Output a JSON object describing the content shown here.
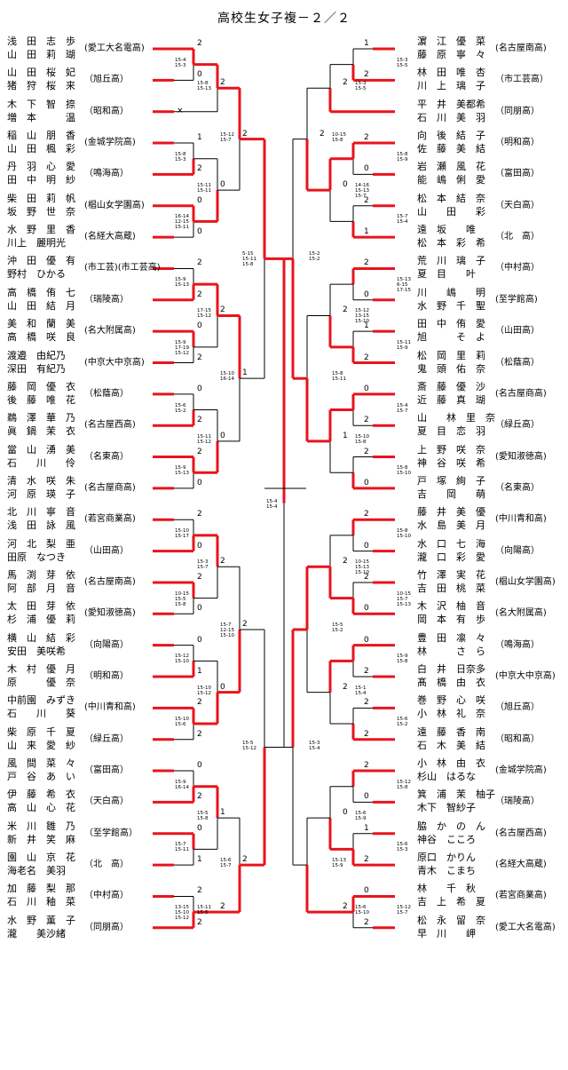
{
  "title": "高校生女子複－２／２",
  "left_pairs": [
    {
      "p1": "浅　田　志　歩",
      "p2": "山　田　莉　瑚",
      "school": "(愛工大名電高)"
    },
    {
      "p1": "山　田　桜　妃",
      "p2": "猪　狩　桜　来",
      "school": "（旭丘高）"
    },
    {
      "p1": "木　下　智　捺",
      "p2": "増　本　　　温",
      "school": "（昭和高）"
    },
    {
      "p1": "稲　山　朋　香",
      "p2": "山　田　楓　彩",
      "school": "(金城学院高)"
    },
    {
      "p1": "丹　羽　心　愛",
      "p2": "田　中　明　紗",
      "school": "（鳴海高）"
    },
    {
      "p1": "柴　田　莉　帆",
      "p2": "坂　野　世　奈",
      "school": "(椙山女学園高)"
    },
    {
      "p1": "水　野　里　香",
      "p2": "川上　麗明光",
      "school": "(名経大高蔵)"
    },
    {
      "p1": "沖　田　優　有",
      "p2": "野村　ひかる",
      "school": "(市工芸)(市工芸高)"
    },
    {
      "p1": "高　橋　侑　七",
      "p2": "山　田　結　月",
      "school": "（瑞陵高）"
    },
    {
      "p1": "美　和　蘭　美",
      "p2": "高　橋　咲　良",
      "school": "(名大附属高)"
    },
    {
      "p1": "渡邉　由紀乃",
      "p2": "深田　有紀乃",
      "school": "(中京大中京高)"
    },
    {
      "p1": "藤　岡　優　衣",
      "p2": "後　藤　唯　花",
      "school": "（松蔭高）"
    },
    {
      "p1": "鵜　澤　華　乃",
      "p2": "眞　鍋　茉　衣",
      "school": "(名古屋西高)"
    },
    {
      "p1": "當　山　湧　美",
      "p2": "石　　川　　伶",
      "school": "（名東高）"
    },
    {
      "p1": "清　水　咲　朱",
      "p2": "河　原　瑛　子",
      "school": "(名古屋商高)"
    },
    {
      "p1": "北　川　寧　音",
      "p2": "浅　田　詠　風",
      "school": "(若宮商業高)"
    },
    {
      "p1": "河　北　梨　亜",
      "p2": "田原　なつき",
      "school": "（山田高）"
    },
    {
      "p1": "馬　渕　芽　依",
      "p2": "阿　部　月　音",
      "school": "(名古屋南高)"
    },
    {
      "p1": "太　田　芽　依",
      "p2": "杉　浦　優　莉",
      "school": "(愛知淑徳高)"
    },
    {
      "p1": "横　山　結　彩",
      "p2": "安田　美咲希",
      "school": "（向陽高）"
    },
    {
      "p1": "木　村　優　月",
      "p2": "原　　　優　奈",
      "school": "（明和高）"
    },
    {
      "p1": "中前園　みずき",
      "p2": "石　　川　　葵",
      "school": "(中川青和高)"
    },
    {
      "p1": "柴　原　千　夏",
      "p2": "山　来　愛　紗",
      "school": "（緑丘高）"
    },
    {
      "p1": "風　間　菜　々",
      "p2": "戸　谷　あ　い",
      "school": "（富田高）"
    },
    {
      "p1": "伊　藤　希　衣",
      "p2": "高　山　心　花",
      "school": "（天白高）"
    },
    {
      "p1": "米　川　雛　乃",
      "p2": "新　井　笑　麻",
      "school": "（至学館高）"
    },
    {
      "p1": "園　山　京　花",
      "p2": "海老名　美羽",
      "school": "（北　高）"
    },
    {
      "p1": "加　藤　梨　那",
      "p2": "石　川　釉　菜",
      "school": "（中村高）"
    },
    {
      "p1": "水　野　薫　子",
      "p2": "瀧　　美沙緒",
      "school": "（同朋高）"
    }
  ],
  "right_pairs": [
    {
      "p1": "濵　江　優　菜",
      "p2": "藤　原　寧　々",
      "school": "(名古屋南高)"
    },
    {
      "p1": "林　田　唯　杏",
      "p2": "川　上　璃　子",
      "school": "（市工芸高）"
    },
    {
      "p1": "平　井　美都希",
      "p2": "石　川　美　羽",
      "school": "（同朋高）"
    },
    {
      "p1": "向　後　結　子",
      "p2": "佐　藤　美　結",
      "school": "（明和高）"
    },
    {
      "p1": "岩　瀬　風　花",
      "p2": "能　嶋　俐　愛",
      "school": "（富田高）"
    },
    {
      "p1": "松　本　結　奈",
      "p2": "山　　田　　彩",
      "school": "（天白高）"
    },
    {
      "p1": "遠　坂　　唯",
      "p2": "松　本　彩　希",
      "school": "（北　高）"
    },
    {
      "p1": "荒　川　璃　子",
      "p2": "夏　目　　叶",
      "school": "（中村高）"
    },
    {
      "p1": "川　　嶋　　明",
      "p2": "水　野　千　聖",
      "school": "(至学館高)"
    },
    {
      "p1": "田　中　侑　愛",
      "p2": "旭　　　そ　よ",
      "school": "（山田高）"
    },
    {
      "p1": "松　岡　里　莉",
      "p2": "鬼　頭　佑　奈",
      "school": "（松蔭高）"
    },
    {
      "p1": "斎　藤　優　沙",
      "p2": "近　藤　真　瑚",
      "school": "(名古屋商高)"
    },
    {
      "p1": "山　　林　里　奈",
      "p2": "夏　目　恋　羽",
      "school": "（緑丘高）"
    },
    {
      "p1": "上　野　咲　奈",
      "p2": "神　谷　咲　希",
      "school": "(愛知淑徳高)"
    },
    {
      "p1": "戸　塚　絢　子",
      "p2": "吉　　岡　　萌",
      "school": "（名東高）"
    },
    {
      "p1": "藤　井　美　優",
      "p2": "水　島　美　月",
      "school": "(中川青和高)"
    },
    {
      "p1": "水　口　七　海",
      "p2": "瀧　口　彩　愛",
      "school": "（向陽高）"
    },
    {
      "p1": "竹　澤　実　花",
      "p2": "吉　田　桃　菜",
      "school": "(椙山女学園高)"
    },
    {
      "p1": "木　沢　柚　音",
      "p2": "岡　本　有　歩",
      "school": "(名大附属高)"
    },
    {
      "p1": "豊　田　凛　々",
      "p2": "林　　　さ　ら",
      "school": "（鳴海高）"
    },
    {
      "p1": "白　井　日奈多",
      "p2": "髙　橋　由　衣",
      "school": "(中京大中京高)"
    },
    {
      "p1": "巻　野　心　咲",
      "p2": "小　林　礼　奈",
      "school": "（旭丘高）"
    },
    {
      "p1": "遠　藤　香　南",
      "p2": "石　木　美　結",
      "school": "（昭和高）"
    },
    {
      "p1": "小　林　由　衣",
      "p2": "杉山　はるな",
      "school": "(金城学院高)"
    },
    {
      "p1": "箕　浦　茉　柚子",
      "p2": "木下　智紗子",
      "school": "（瑞陵高）"
    },
    {
      "p1": "脇　か　の　ん",
      "p2": "神谷　こころ",
      "school": "(名古屋西高)"
    },
    {
      "p1": "原口　かりん",
      "p2": "青木　こまち",
      "school": "(名経大高蔵)"
    },
    {
      "p1": "林　　千　秋",
      "p2": "吉　上　希　夏",
      "school": "(若宮商業高)"
    },
    {
      "p1": "松　永　留　奈",
      "p2": "早　川　　岬",
      "school": "(愛工大名電高)"
    }
  ],
  "scores": [
    "2",
    "0",
    "1",
    "2",
    "0",
    "0",
    "2",
    "2",
    "0",
    "2",
    "0",
    "2",
    "2",
    "0",
    "2",
    "0",
    "2",
    "0",
    "0",
    "1",
    "2",
    "2",
    "0",
    "2",
    "0",
    "1",
    "2",
    "2",
    "1",
    "2",
    "2",
    "0",
    "2",
    "1",
    "2",
    "0",
    "1",
    "2",
    "0",
    "2",
    "2",
    "0",
    "2",
    "0",
    "2",
    "0",
    "0",
    "2",
    "2",
    "2",
    "2",
    "0",
    "1",
    "2",
    "0",
    "2",
    "2",
    "0",
    "2",
    "0",
    "2",
    "0",
    "1",
    "2",
    "2",
    "0",
    "2",
    "1",
    "2",
    "2",
    "0",
    "2",
    "2",
    "1",
    "2",
    "2",
    "2"
  ],
  "x_mark": "×",
  "game_scores": [
    "15-4\n15-3",
    "15-8\n15-3",
    "16-14\n12-15\n15-11",
    "15-9\n15-13",
    "15-9\n17-19\n15-12",
    "15-6\n15-2",
    "15-9\n15-13",
    "15-10\n15-17",
    "10-15\n15-5\n15-8",
    "15-12\n15-10",
    "15-10\n15-6",
    "15-9\n16-14",
    "15-7\n15-11",
    "13-15\n15-10\n15-12",
    "15-8\n15-13",
    "15-11\n15-11",
    "17-15\n15-12",
    "15-11\n15-12",
    "15-3\n15-7",
    "15-10\n15-12",
    "15-5\n15-8",
    "15-11\n15-5",
    "15-12\n15-7",
    "15-10\n16-14",
    "15-7\n12-15\n15-10",
    "15-6\n15-7",
    "5-15\n15-11\n15-8",
    "15-5\n15-12",
    "15-4\n15-4",
    "15-3\n15-5",
    "15-8\n15-9",
    "15-7\n15-4",
    "15-13\n6-15\n17-15",
    "15-11\n15-9",
    "15-4\n15-7",
    "15-8\n15-10",
    "15-8\n15-10",
    "10-15\n15-7\n15-13",
    "15-9\n15-8",
    "15-6\n15-2",
    "15-12\n15-8",
    "15-6\n15-3",
    "15-12\n15-7",
    "15-3\n15-5",
    "14-16\n15-13\n15-7",
    "15-12\n13-15\n15-10",
    "15-10\n15-8",
    "10-15\n15-13\n15-10",
    "15-1\n15-4",
    "15-6\n15-9",
    "15-6\n15-10",
    "10-15\n15-8",
    "15-8\n15-11",
    "15-5\n15-2",
    "15-13\n15-9",
    "15-2\n15-2",
    "15-3\n15-4"
  ]
}
